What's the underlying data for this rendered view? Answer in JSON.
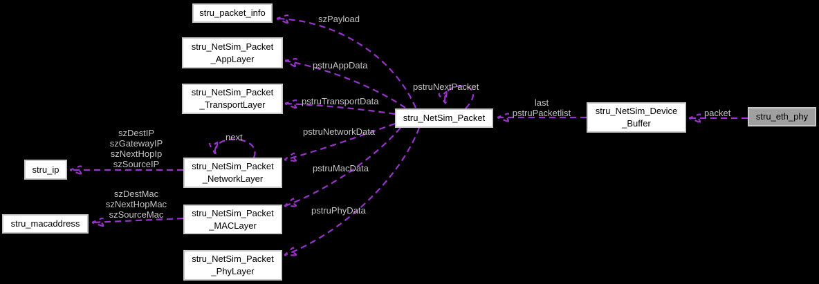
{
  "diagram": {
    "type": "doxygen-collaboration-graph",
    "colors": {
      "background": "#000000",
      "edge": "#9a32cd",
      "edge_label_text": "#c4c4c4",
      "node_fill": "#ffffff",
      "node_border": "#c9c9c9",
      "node_text": "#000000",
      "current_node_fill": "#a0a0a0"
    }
  },
  "nodes": {
    "packet_info": {
      "label": "stru_packet_info"
    },
    "app_layer": {
      "label": "stru_NetSim_Packet\n_AppLayer"
    },
    "transport_layer": {
      "label": "stru_NetSim_Packet\n_TransportLayer"
    },
    "network_layer": {
      "label": "stru_NetSim_Packet\n_NetworkLayer"
    },
    "mac_layer": {
      "label": "stru_NetSim_Packet\n_MACLayer"
    },
    "phy_layer": {
      "label": "stru_NetSim_Packet\n_PhyLayer"
    },
    "ip": {
      "label": "stru_ip"
    },
    "macaddress": {
      "label": "stru_macaddress"
    },
    "netsim_packet": {
      "label": "stru_NetSim_Packet"
    },
    "device_buffer": {
      "label": "stru_NetSim_Device\n_Buffer"
    },
    "eth_phy": {
      "label": "stru_eth_phy"
    }
  },
  "edge_labels": {
    "szPayload": "szPayload",
    "pstruAppData": "pstruAppData",
    "pstruTransportData": "pstruTransportData",
    "pstruNetworkData": "pstruNetworkData",
    "pstruMacData": "pstruMacData",
    "pstruPhyData": "pstruPhyData",
    "pstruNextPacket": "pstruNextPacket",
    "next": "next",
    "ip_fields": "szDestIP\nszGatewayIP\nszNextHopIp\nszSourceIP",
    "mac_fields": "szDestMac\nszNextHopMac\nszSourceMac",
    "last_packetlist": "last\npstruPacketlist",
    "packet": "packet"
  }
}
